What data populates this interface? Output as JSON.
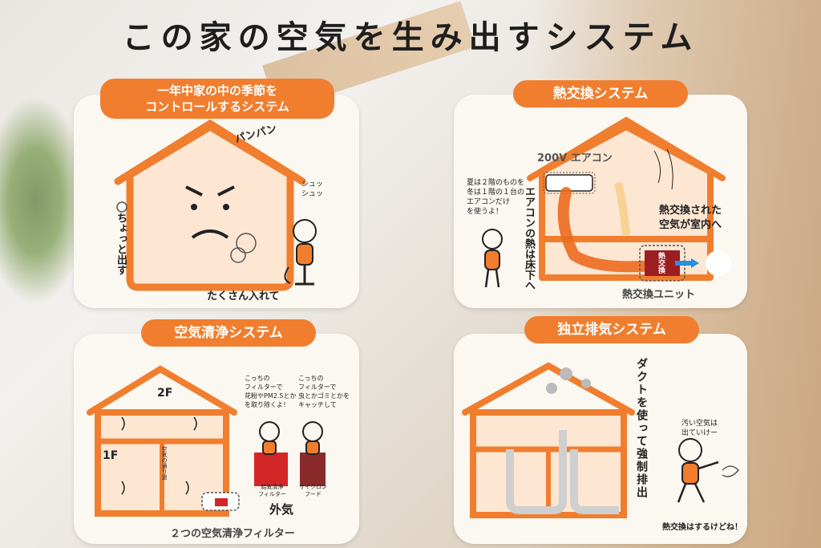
{
  "title": "この家の空気を生み出すシステム",
  "panel1": {
    "heading_line1": "一年中家の中の季節を",
    "heading_line2": "コントロールするシステム",
    "sfx_top": "パンパン",
    "sfx_left": "ちょっと出す",
    "sfx_pump": "シュッ\nシュッ",
    "caption": "たくさん入れて"
  },
  "panel2": {
    "heading": "熱交換システム",
    "ac_label": "200V エアコン",
    "note": "夏は２階のものを\n冬は１階の１台の\nエアコンだけ\nを使うよ！",
    "vertical": "エアコンの熱は床下へ",
    "exchanged": "熱交換された\n空気が室内へ",
    "unit_box": "熱交換",
    "unit_label": "熱交換ユニット"
  },
  "panel3": {
    "heading": "空気清浄システム",
    "floor2": "2F",
    "floor1": "1F",
    "passage": "空気の通り道",
    "bubble1": "こっちの\nフィルターで\n花粉やPM2.5とか\nを取り除くよ！",
    "bubble2": "こっちの\nフィルターで\n虫とかゴミとかを\nキャッチして",
    "filter1": "給気清浄\nフィルター",
    "filter2": "サイクロン\nフード",
    "outside": "外気",
    "caption": "２つの空気清浄フィルター"
  },
  "panel4": {
    "heading": "独立排気システム",
    "vertical": "ダクトを使って強制排出",
    "dirty": "汚い空気は\n出ていけー",
    "caption": "熱交換はするけどね！"
  },
  "colors": {
    "accent": "#f07e2e",
    "house_fill": "#fde7d3",
    "card": "#fbf7f1",
    "dark": "#222222"
  }
}
